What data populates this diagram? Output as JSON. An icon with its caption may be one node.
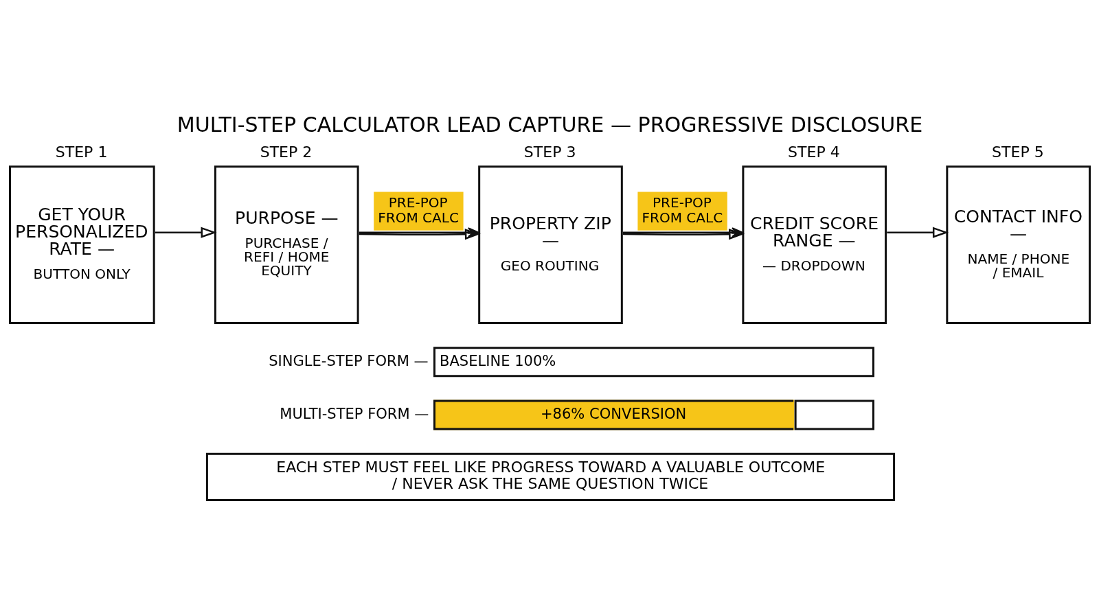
{
  "diagram": {
    "title": "MULTI-STEP CALCULATOR LEAD CAPTURE — PROGRESSIVE DISCLOSURE",
    "nodes": [
      {
        "text": [
          "STEP 1",
          "GET YOUR PERSONALIZED RATE —",
          "BUTTON ONLY"
        ]
      },
      {
        "text": [
          "STEP 2",
          "PURPOSE —",
          "PURCHASE / REFI / HOME EQUITY"
        ]
      },
      {
        "text": [
          "STEP 3",
          "PROPERTY ZIP —",
          "GEO ROUTING"
        ]
      },
      {
        "text": [
          "STEP 4",
          "CREDIT SCORE RANGE —",
          "— DROPDOWN"
        ]
      },
      {
        "text": [
          "STEP 5",
          "CONTACT INFO —",
          "NAME / PHONE / EMAIL"
        ]
      },
      {
        "text": [
          "BASELINE 100%"
        ],
        "beside": [
          "SINGLE-STEP FORM —"
        ]
      },
      {
        "text": [
          "+86% CONVERSION"
        ],
        "beside": [
          "MULTI-STEP FORM —"
        ]
      },
      {
        "text": [
          "EACH STEP MUST FEEL LIKE PROGRESS TOWARD A VALUABLE OUTCOME / NEVER ASK THE SAME QUESTION TWICE"
        ]
      }
    ],
    "edges": [
      {
        "from": 0,
        "to": 1,
        "arrow": "to"
      },
      {
        "from": 1,
        "to": 2,
        "arrow": "to"
      },
      {
        "from": 2,
        "to": 3,
        "arrow": "to"
      },
      {
        "from": 3,
        "to": 4,
        "arrow": "to"
      },
      {
        "from": 1,
        "to": 2,
        "arrow": "to",
        "label": "PRE-POP FROM CALC"
      },
      {
        "from": 2,
        "to": 3,
        "arrow": "to",
        "label": "PRE-POP FROM CALC"
      }
    ]
  }
}
